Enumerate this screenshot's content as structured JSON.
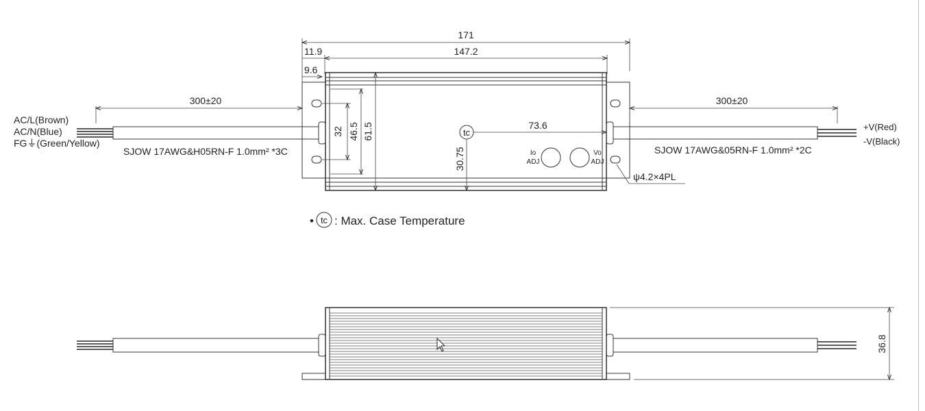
{
  "top_view": {
    "dim_overall_length": "171",
    "dim_body_length": "147.2",
    "dim_flange_11_9": "11.9",
    "dim_flange_9_6": "9.6",
    "dim_cable_left": "300±20",
    "dim_cable_right": "300±20",
    "dim_hole_spacing": "32",
    "dim_height_46_5": "46.5",
    "dim_height_61_5": "61.5",
    "dim_tc_horizontal": "73.6",
    "dim_tc_vertical": "30.75",
    "tc_marker": "tc",
    "pot_io_top": "Io",
    "pot_io_bottom": "ADJ",
    "pot_vo_top": "Vo",
    "pot_vo_bottom": "ADJ",
    "mount_holes": "ψ4.2×4PL",
    "input_ac_l": "AC/L(Brown)",
    "input_ac_n": "AC/N(Blue)",
    "input_fg": "FG⏚(Green/Yellow)",
    "input_cable_spec": "SJOW 17AWG&H05RN-F 1.0mm² *3C",
    "output_cable_spec": "SJOW 17AWG&05RN-F 1.0mm² *2C",
    "output_pos": "+V(Red)",
    "output_neg": "-V(Black)"
  },
  "legend": {
    "bullet": "•",
    "marker": "tc",
    "text": ": Max. Case Temperature"
  },
  "side_view": {
    "dim_height": "36.8"
  }
}
